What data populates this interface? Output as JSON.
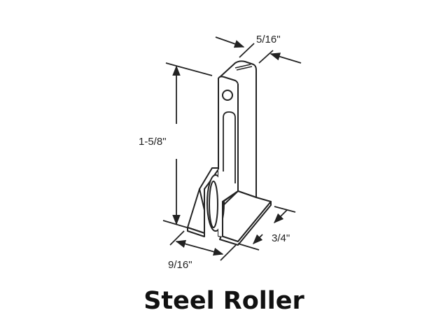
{
  "diagram": {
    "title": "Steel Roller",
    "dimensions": {
      "width_top": "5/16\"",
      "height": "1-5/8\"",
      "depth_base": "3/4\"",
      "width_base": "9/16\""
    }
  }
}
